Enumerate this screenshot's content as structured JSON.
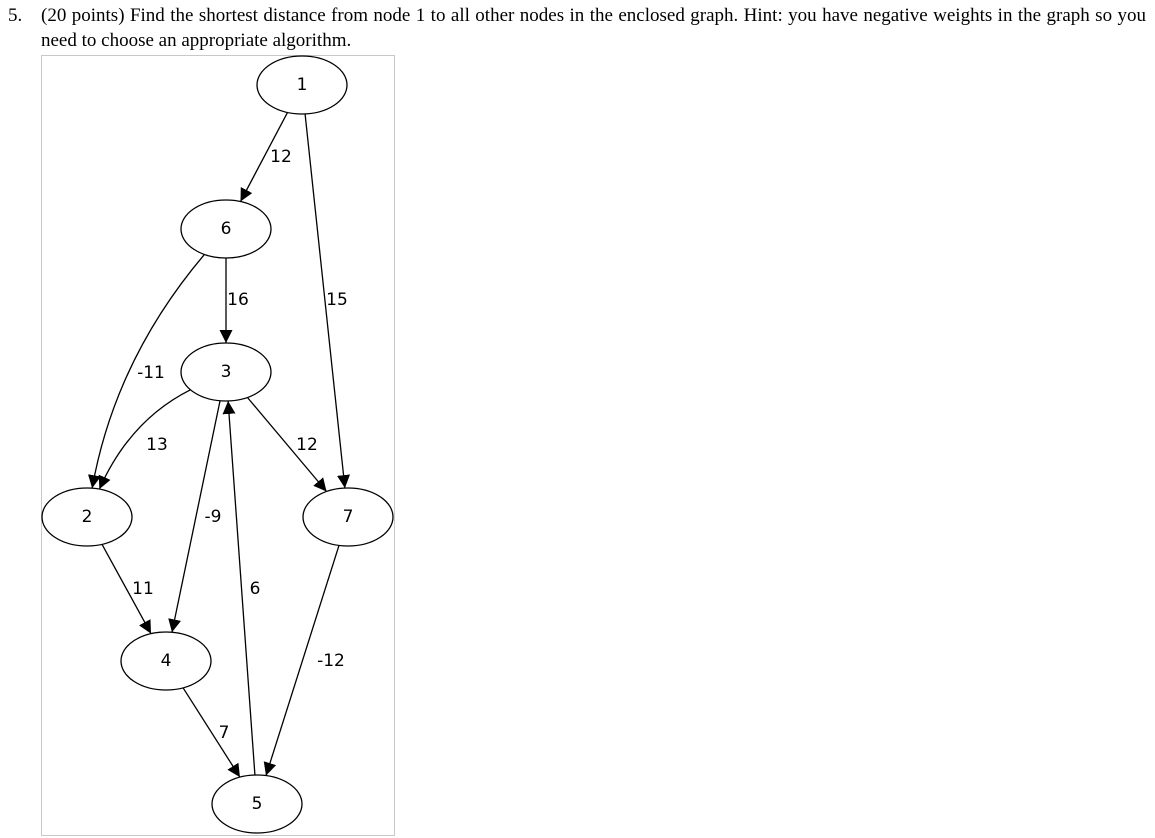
{
  "problem": {
    "number": "5.",
    "text": "(20 points) Find the shortest distance from node 1 to all other nodes in the enclosed graph. Hint: you have negative weights in the graph so you need to choose an appropriate algorithm."
  },
  "graph": {
    "directed": true,
    "nodes": [
      {
        "id": "1",
        "label": "1"
      },
      {
        "id": "6",
        "label": "6"
      },
      {
        "id": "3",
        "label": "3"
      },
      {
        "id": "2",
        "label": "2"
      },
      {
        "id": "7",
        "label": "7"
      },
      {
        "id": "4",
        "label": "4"
      },
      {
        "id": "5",
        "label": "5"
      }
    ],
    "edges": [
      {
        "from": "1",
        "to": "6",
        "weight": "12"
      },
      {
        "from": "1",
        "to": "7",
        "weight": "15"
      },
      {
        "from": "6",
        "to": "3",
        "weight": "16"
      },
      {
        "from": "6",
        "to": "2",
        "weight": "-11"
      },
      {
        "from": "3",
        "to": "2",
        "weight": "13"
      },
      {
        "from": "3",
        "to": "7",
        "weight": "12"
      },
      {
        "from": "3",
        "to": "4",
        "weight": "-9"
      },
      {
        "from": "2",
        "to": "4",
        "weight": "11"
      },
      {
        "from": "5",
        "to": "3",
        "weight": "6"
      },
      {
        "from": "7",
        "to": "5",
        "weight": "-12"
      },
      {
        "from": "4",
        "to": "5",
        "weight": "7"
      }
    ]
  }
}
